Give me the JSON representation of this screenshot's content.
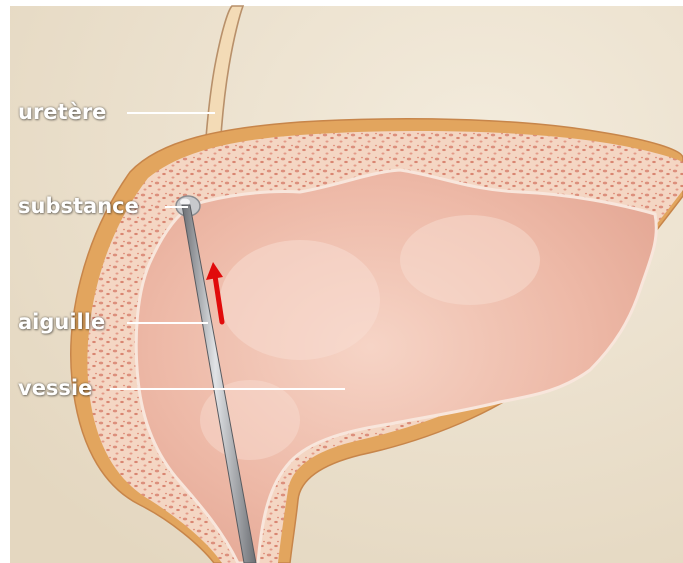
{
  "labels": {
    "ureter": "uretère",
    "substance": "substance",
    "needle": "aiguille",
    "bladder": "vessie"
  },
  "colors": {
    "background": "#ece2cf",
    "outer_wall": "#e2a55e",
    "wall_tissue": "#f3d5c1",
    "lumen": "#ecb6a4",
    "ureter": "#f3dbb6",
    "needle": "#a3a6ab",
    "arrow": "#e10b0b",
    "label_text": "#ffffff"
  },
  "icons": {
    "arrow": "red-arrow-up-icon"
  }
}
